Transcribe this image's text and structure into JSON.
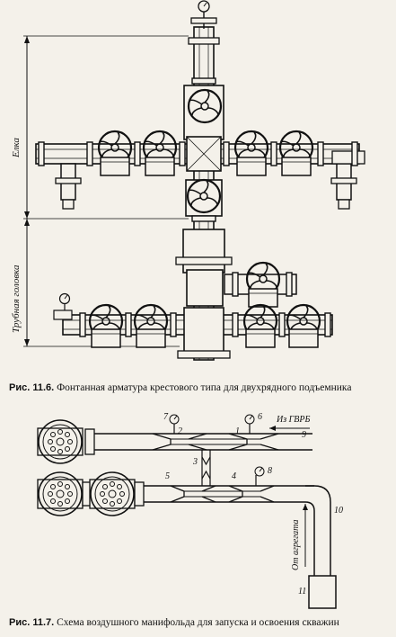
{
  "figure1": {
    "caption_number": "Рис. 11.6.",
    "caption_text": "Фонтанная арматура крестового типа для двухрядного подъемника",
    "label_upper": "Елка",
    "label_lower": "Трубная головка"
  },
  "figure2": {
    "caption_number": "Рис. 11.7.",
    "caption_text": "Схема воздушного манифольда для запуска и освоения скважин",
    "inlet_label": "Из ГВРБ",
    "agg_label": "От агрегата",
    "numbers": {
      "n1": "1",
      "n2": "2",
      "n3": "3",
      "n4": "4",
      "n5": "5",
      "n6": "6",
      "n7": "7",
      "n8": "8",
      "n9": "9",
      "n10": "10",
      "n11": "11"
    }
  }
}
